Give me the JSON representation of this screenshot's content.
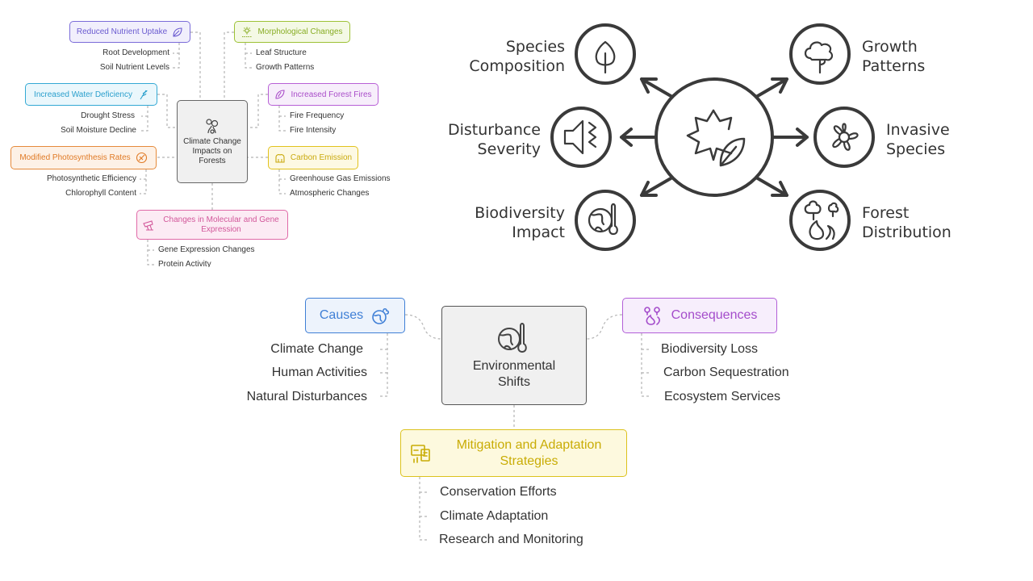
{
  "diagram1": {
    "center": "Climate Change Impacts on Forests",
    "left": [
      {
        "label": "Reduced Nutrient Uptake",
        "icon": "leaf-drop-icon",
        "color": "#7b6cd9",
        "fill": "#f1effc",
        "items": [
          "Root Development",
          "Soil Nutrient Levels"
        ]
      },
      {
        "label": "Increased Water Deficiency",
        "icon": "drop-leaf-icon",
        "color": "#33a9d4",
        "fill": "#eaf7fc",
        "items": [
          "Drought Stress",
          "Soil Moisture Decline"
        ]
      },
      {
        "label": "Modified Photosynthesis Rates",
        "icon": "sun-leaf-icon",
        "color": "#e58a3b",
        "fill": "#fdf1e6",
        "items": [
          "Photosynthetic Efficiency",
          "Chlorophyll Content"
        ]
      }
    ],
    "right": [
      {
        "label": "Morphological Changes",
        "icon": "sprout-icon",
        "color": "#9dc236",
        "fill": "#f4f9e5",
        "items": [
          "Leaf Structure",
          "Growth Patterns"
        ]
      },
      {
        "label": "Increased Forest Fires",
        "icon": "fire-leaf-icon",
        "color": "#b85fd6",
        "fill": "#f7eefb",
        "items": [
          "Fire Frequency",
          "Fire Intensity"
        ]
      },
      {
        "label": "Carbon Emission",
        "icon": "factory-icon",
        "color": "#e2c21c",
        "fill": "#fdf9e3",
        "items": [
          "Greenhouse Gas Emissions",
          "Atmospheric Changes"
        ]
      }
    ],
    "bottom": {
      "label": "Changes in Molecular and Gene Expression",
      "icon": "dna-icon",
      "color": "#e06aa8",
      "fill": "#fcebf4",
      "items": [
        "Gene Expression Changes",
        "Protein Activity"
      ]
    }
  },
  "diagram2": {
    "labels": {
      "species_composition": "Species Composition",
      "growth_patterns": "Growth Patterns",
      "disturbance_severity": "Disturbance Severity",
      "invasive_species": "Invasive Species",
      "biodiversity_impact": "Biodiversity Impact",
      "forest_distribution": "Forest Distribution"
    },
    "icons": {
      "center": "maple-leaf-icon",
      "species_composition": "tree-icon",
      "growth_patterns": "cloud-tree-icon",
      "disturbance_severity": "megaphone-icon",
      "invasive_species": "flower-icon",
      "biodiversity_impact": "globe-thermometer-icon",
      "forest_distribution": "fire-trees-icon"
    }
  },
  "diagram3": {
    "center": "Environmental Shifts",
    "causes": {
      "label": "Causes",
      "color": "#3f7fd6",
      "fill": "#edf3fc",
      "items": [
        "Climate Change",
        "Human Activities",
        "Natural Disturbances"
      ]
    },
    "consequences": {
      "label": "Consequences",
      "color": "#b25fd8",
      "fill": "#f7eefc",
      "items": [
        "Biodiversity Loss",
        "Carbon Sequestration",
        "Ecosystem Services"
      ]
    },
    "mitigation": {
      "label": "Mitigation and Adaptation Strategies",
      "color": "#dcc21d",
      "fill": "#fdf9de",
      "items": [
        "Conservation Efforts",
        "Climate Adaptation",
        "Research and Monitoring"
      ]
    }
  }
}
